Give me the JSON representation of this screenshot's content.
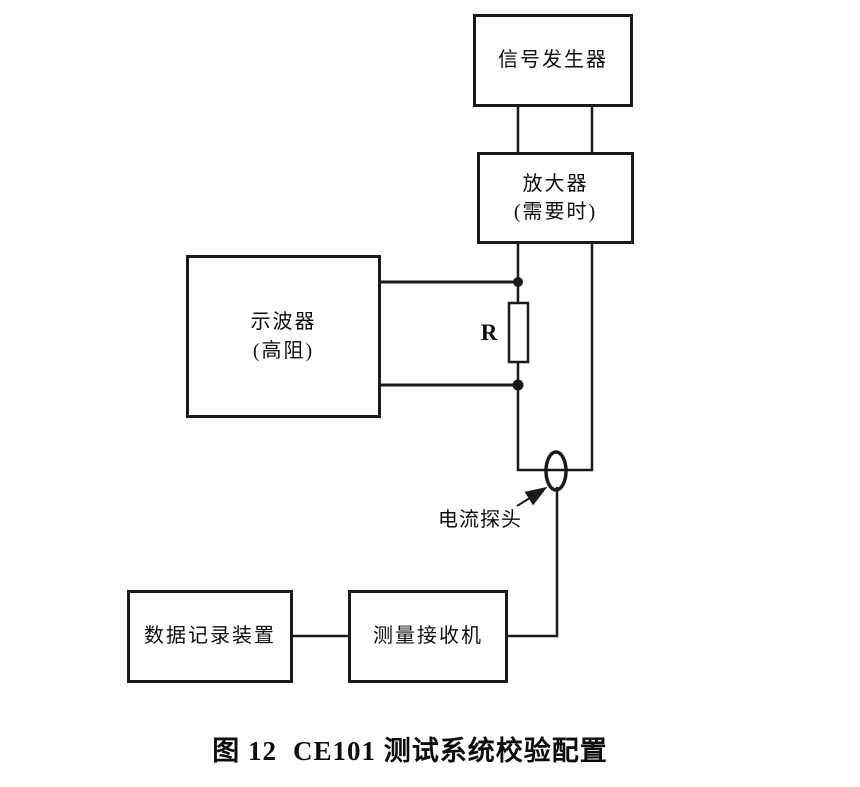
{
  "figure": {
    "caption": {
      "prefix": "图 12",
      "title": "CE101 测试系统校验配置"
    }
  },
  "diagram": {
    "boxes": {
      "signal_generator": {
        "label": "信号发生器"
      },
      "amplifier": {
        "line1": "放大器",
        "line2": "(需要时)"
      },
      "oscilloscope": {
        "line1": "示波器",
        "line2": "(高阻)"
      },
      "data_recorder": {
        "label": "数据记录装置"
      },
      "measuring_receiver": {
        "label": "测量接收机"
      }
    },
    "labels": {
      "resistor": "R",
      "current_probe": "电流探头"
    },
    "colors": {
      "line": "#1a1a1a",
      "text": "#0d0d0d",
      "background": "#ffffff"
    }
  }
}
